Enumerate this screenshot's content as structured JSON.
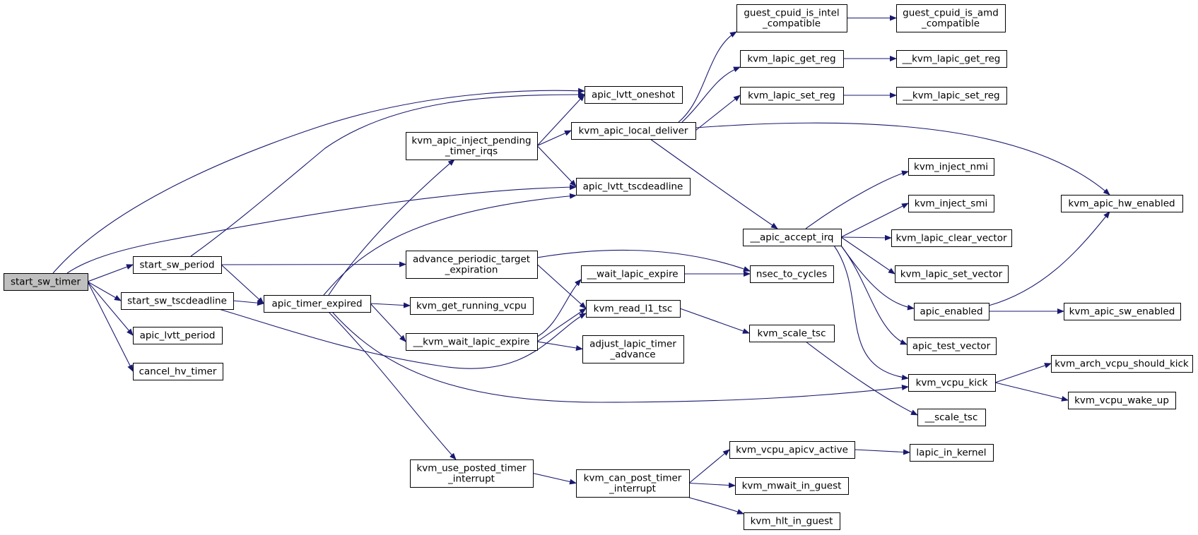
{
  "graph": {
    "edge_color": "#191970",
    "root_fill": "#bfbfbf",
    "nodes": [
      {
        "id": "start_sw_timer",
        "label": "start_sw_timer",
        "root": true
      },
      {
        "id": "start_sw_period",
        "label": "start_sw_period"
      },
      {
        "id": "start_sw_tscdeadline",
        "label": "start_sw_tscdeadline"
      },
      {
        "id": "apic_lvtt_period",
        "label": "apic_lvtt_period"
      },
      {
        "id": "cancel_hv_timer",
        "label": "cancel_hv_timer"
      },
      {
        "id": "apic_timer_expired",
        "label": "apic_timer_expired"
      },
      {
        "id": "kvm_apic_inject_pending_timer_irqs",
        "label": "kvm_apic_inject_pending\n_timer_irqs"
      },
      {
        "id": "advance_periodic_target_expiration",
        "label": "advance_periodic_target\n_expiration"
      },
      {
        "id": "kvm_get_running_vcpu",
        "label": "kvm_get_running_vcpu"
      },
      {
        "id": "__kvm_wait_lapic_expire",
        "label": "__kvm_wait_lapic_expire"
      },
      {
        "id": "kvm_use_posted_timer_interrupt",
        "label": "kvm_use_posted_timer\n_interrupt"
      },
      {
        "id": "apic_lvtt_oneshot",
        "label": "apic_lvtt_oneshot"
      },
      {
        "id": "kvm_apic_local_deliver",
        "label": "kvm_apic_local_deliver"
      },
      {
        "id": "apic_lvtt_tscdeadline",
        "label": "apic_lvtt_tscdeadline"
      },
      {
        "id": "__wait_lapic_expire",
        "label": "__wait_lapic_expire"
      },
      {
        "id": "kvm_read_l1_tsc",
        "label": "kvm_read_l1_tsc"
      },
      {
        "id": "adjust_lapic_timer_advance",
        "label": "adjust_lapic_timer\n_advance"
      },
      {
        "id": "kvm_can_post_timer_interrupt",
        "label": "kvm_can_post_timer\n_interrupt"
      },
      {
        "id": "guest_cpuid_is_intel_compatible",
        "label": "guest_cpuid_is_intel\n_compatible"
      },
      {
        "id": "kvm_lapic_get_reg",
        "label": "kvm_lapic_get_reg"
      },
      {
        "id": "kvm_lapic_set_reg",
        "label": "kvm_lapic_set_reg"
      },
      {
        "id": "__apic_accept_irq",
        "label": "__apic_accept_irq"
      },
      {
        "id": "nsec_to_cycles",
        "label": "nsec_to_cycles"
      },
      {
        "id": "kvm_scale_tsc",
        "label": "kvm_scale_tsc"
      },
      {
        "id": "kvm_vcpu_apicv_active",
        "label": "kvm_vcpu_apicv_active"
      },
      {
        "id": "kvm_mwait_in_guest",
        "label": "kvm_mwait_in_guest"
      },
      {
        "id": "kvm_hlt_in_guest",
        "label": "kvm_hlt_in_guest"
      },
      {
        "id": "guest_cpuid_is_amd_compatible",
        "label": "guest_cpuid_is_amd\n_compatible"
      },
      {
        "id": "__kvm_lapic_get_reg",
        "label": "__kvm_lapic_get_reg"
      },
      {
        "id": "__kvm_lapic_set_reg",
        "label": "__kvm_lapic_set_reg"
      },
      {
        "id": "kvm_inject_nmi",
        "label": "kvm_inject_nmi"
      },
      {
        "id": "kvm_inject_smi",
        "label": "kvm_inject_smi"
      },
      {
        "id": "kvm_lapic_clear_vector",
        "label": "kvm_lapic_clear_vector"
      },
      {
        "id": "kvm_lapic_set_vector",
        "label": "kvm_lapic_set_vector"
      },
      {
        "id": "apic_enabled",
        "label": "apic_enabled"
      },
      {
        "id": "apic_test_vector",
        "label": "apic_test_vector"
      },
      {
        "id": "kvm_vcpu_kick",
        "label": "kvm_vcpu_kick"
      },
      {
        "id": "__scale_tsc",
        "label": "__scale_tsc"
      },
      {
        "id": "lapic_in_kernel",
        "label": "lapic_in_kernel"
      },
      {
        "id": "kvm_apic_hw_enabled",
        "label": "kvm_apic_hw_enabled"
      },
      {
        "id": "kvm_apic_sw_enabled",
        "label": "kvm_apic_sw_enabled"
      },
      {
        "id": "kvm_arch_vcpu_should_kick",
        "label": "kvm_arch_vcpu_should_kick"
      },
      {
        "id": "kvm_vcpu_wake_up",
        "label": "kvm_vcpu_wake_up"
      }
    ],
    "edges": [
      [
        "start_sw_timer",
        "apic_lvtt_oneshot"
      ],
      [
        "start_sw_timer",
        "apic_lvtt_tscdeadline"
      ],
      [
        "start_sw_timer",
        "start_sw_period"
      ],
      [
        "start_sw_timer",
        "start_sw_tscdeadline"
      ],
      [
        "start_sw_timer",
        "apic_lvtt_period"
      ],
      [
        "start_sw_timer",
        "cancel_hv_timer"
      ],
      [
        "start_sw_period",
        "apic_lvtt_oneshot"
      ],
      [
        "start_sw_period",
        "advance_periodic_target_expiration"
      ],
      [
        "start_sw_period",
        "apic_timer_expired"
      ],
      [
        "start_sw_tscdeadline",
        "apic_timer_expired"
      ],
      [
        "start_sw_tscdeadline",
        "kvm_read_l1_tsc"
      ],
      [
        "apic_timer_expired",
        "kvm_apic_inject_pending_timer_irqs"
      ],
      [
        "apic_timer_expired",
        "apic_lvtt_tscdeadline"
      ],
      [
        "apic_timer_expired",
        "kvm_get_running_vcpu"
      ],
      [
        "apic_timer_expired",
        "__kvm_wait_lapic_expire"
      ],
      [
        "apic_timer_expired",
        "kvm_vcpu_kick"
      ],
      [
        "apic_timer_expired",
        "kvm_use_posted_timer_interrupt"
      ],
      [
        "kvm_apic_inject_pending_timer_irqs",
        "apic_lvtt_oneshot"
      ],
      [
        "kvm_apic_inject_pending_timer_irqs",
        "kvm_apic_local_deliver"
      ],
      [
        "kvm_apic_inject_pending_timer_irqs",
        "apic_lvtt_tscdeadline"
      ],
      [
        "advance_periodic_target_expiration",
        "nsec_to_cycles"
      ],
      [
        "advance_periodic_target_expiration",
        "kvm_read_l1_tsc"
      ],
      [
        "__kvm_wait_lapic_expire",
        "__wait_lapic_expire"
      ],
      [
        "__kvm_wait_lapic_expire",
        "kvm_read_l1_tsc"
      ],
      [
        "__kvm_wait_lapic_expire",
        "adjust_lapic_timer_advance"
      ],
      [
        "kvm_use_posted_timer_interrupt",
        "kvm_can_post_timer_interrupt"
      ],
      [
        "kvm_apic_local_deliver",
        "guest_cpuid_is_intel_compatible"
      ],
      [
        "kvm_apic_local_deliver",
        "kvm_lapic_get_reg"
      ],
      [
        "kvm_apic_local_deliver",
        "kvm_lapic_set_reg"
      ],
      [
        "kvm_apic_local_deliver",
        "kvm_apic_hw_enabled"
      ],
      [
        "kvm_apic_local_deliver",
        "__apic_accept_irq"
      ],
      [
        "__wait_lapic_expire",
        "nsec_to_cycles"
      ],
      [
        "kvm_read_l1_tsc",
        "kvm_scale_tsc"
      ],
      [
        "kvm_can_post_timer_interrupt",
        "kvm_vcpu_apicv_active"
      ],
      [
        "kvm_can_post_timer_interrupt",
        "kvm_mwait_in_guest"
      ],
      [
        "kvm_can_post_timer_interrupt",
        "kvm_hlt_in_guest"
      ],
      [
        "guest_cpuid_is_intel_compatible",
        "guest_cpuid_is_amd_compatible"
      ],
      [
        "kvm_lapic_get_reg",
        "__kvm_lapic_get_reg"
      ],
      [
        "kvm_lapic_set_reg",
        "__kvm_lapic_set_reg"
      ],
      [
        "__apic_accept_irq",
        "kvm_inject_nmi"
      ],
      [
        "__apic_accept_irq",
        "kvm_inject_smi"
      ],
      [
        "__apic_accept_irq",
        "kvm_lapic_clear_vector"
      ],
      [
        "__apic_accept_irq",
        "kvm_lapic_set_vector"
      ],
      [
        "__apic_accept_irq",
        "apic_enabled"
      ],
      [
        "__apic_accept_irq",
        "apic_test_vector"
      ],
      [
        "__apic_accept_irq",
        "kvm_vcpu_kick"
      ],
      [
        "kvm_scale_tsc",
        "__scale_tsc"
      ],
      [
        "kvm_vcpu_apicv_active",
        "lapic_in_kernel"
      ],
      [
        "apic_enabled",
        "kvm_apic_hw_enabled"
      ],
      [
        "apic_enabled",
        "kvm_apic_sw_enabled"
      ],
      [
        "kvm_vcpu_kick",
        "kvm_arch_vcpu_should_kick"
      ],
      [
        "kvm_vcpu_kick",
        "kvm_vcpu_wake_up"
      ]
    ]
  }
}
